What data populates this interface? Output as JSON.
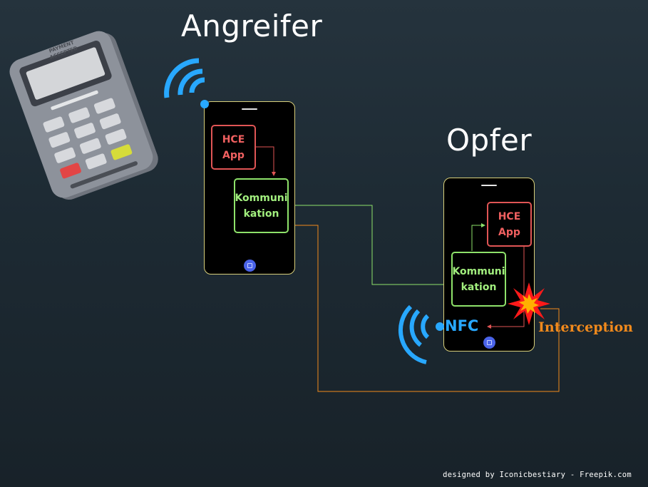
{
  "headings": {
    "attacker": "Angreifer",
    "victim": "Opfer"
  },
  "terminal": {
    "screen_line1": "PAYMENT",
    "screen_line2": "ACCEPTED"
  },
  "attacker_phone": {
    "hce_app": "HCE\nApp",
    "communication": "Kommuni\nkation"
  },
  "victim_phone": {
    "hce_app": "HCE\nApp",
    "communication": "Kommuni\nkation"
  },
  "nfc_label": "NFC",
  "interception_label": "Interception",
  "credit": "designed by Iconicbestiary - Freepik.com",
  "colors": {
    "hce": "#e05555",
    "communication": "#8ee26a",
    "interception": "#f28a1c",
    "wifi": "#28a8ff",
    "phone_border": "#d8cf7a"
  }
}
